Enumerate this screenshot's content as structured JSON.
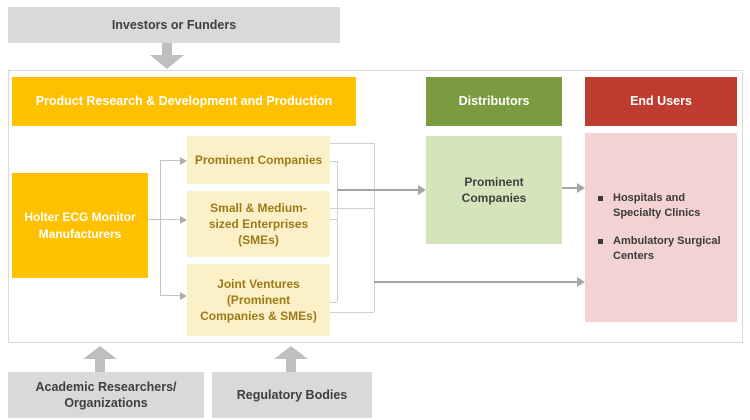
{
  "colors": {
    "gold": "#FFC000",
    "light_yellow": "#FCF0C9",
    "yellow_text": "#9C7B17",
    "olive_green": "#7B9B41",
    "light_green": "#D6E4BC",
    "brick_red": "#BE3C30",
    "light_pink": "#F3D2D2",
    "gray_box": "#D9D9D9",
    "dark_text": "#3F3F3F",
    "block_arrow_gray": "#BFBFBF",
    "connector_gray": "#A6A6A6"
  },
  "external": {
    "investors": "Investors or Funders",
    "academic": "Academic Researchers/\nOrganizations",
    "regulatory": "Regulatory Bodies"
  },
  "headers": {
    "rd": "Product Research & Development and Production",
    "distributors": "Distributors",
    "end_users": "End Users"
  },
  "rd_column": {
    "manufacturers": "Holter ECG Monitor\nManufacturers",
    "prominent_companies": "Prominent Companies",
    "smes": "Small & Medium-\nsized Enterprises\n(SMEs)",
    "joint_ventures": "Joint Ventures\n(Prominent\nCompanies & SMEs)"
  },
  "distributors_column": {
    "prominent_companies": "Prominent\nCompanies"
  },
  "end_users_column": {
    "items": [
      "Hospitals and\nSpecialty Clinics",
      "Ambulatory Surgical\nCenters"
    ]
  }
}
